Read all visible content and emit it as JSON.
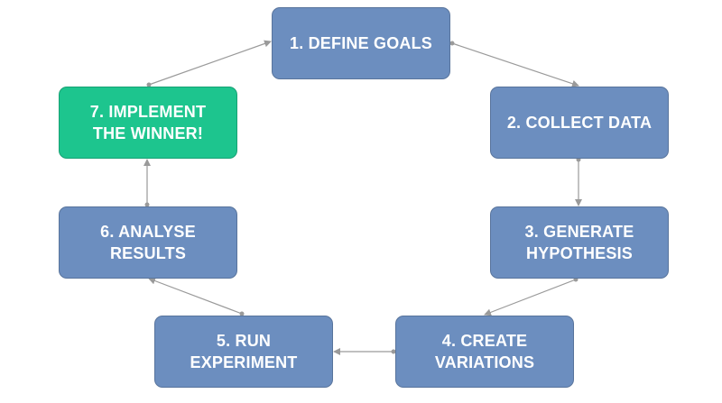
{
  "diagram": {
    "colors": {
      "step_fill": "#6C8EBF",
      "final_fill": "#1DC58E",
      "text": "#FFFFFF",
      "connector": "#9A9A9A"
    },
    "steps": [
      {
        "id": "1",
        "label": "1. DEFINE GOALS"
      },
      {
        "id": "2",
        "label": "2. COLLECT DATA"
      },
      {
        "id": "3",
        "label": "3. GENERATE\nHYPOTHESIS"
      },
      {
        "id": "4",
        "label": "4. CREATE\nVARIATIONS"
      },
      {
        "id": "5",
        "label": "5. RUN\nEXPERIMENT"
      },
      {
        "id": "6",
        "label": "6. ANALYSE\nRESULTS"
      },
      {
        "id": "7",
        "label": "7. IMPLEMENT\nTHE WINNER!"
      }
    ],
    "connections": [
      {
        "from": "1",
        "to": "2"
      },
      {
        "from": "2",
        "to": "3"
      },
      {
        "from": "3",
        "to": "4"
      },
      {
        "from": "4",
        "to": "5"
      },
      {
        "from": "5",
        "to": "6"
      },
      {
        "from": "6",
        "to": "7"
      },
      {
        "from": "7",
        "to": "1"
      }
    ]
  }
}
